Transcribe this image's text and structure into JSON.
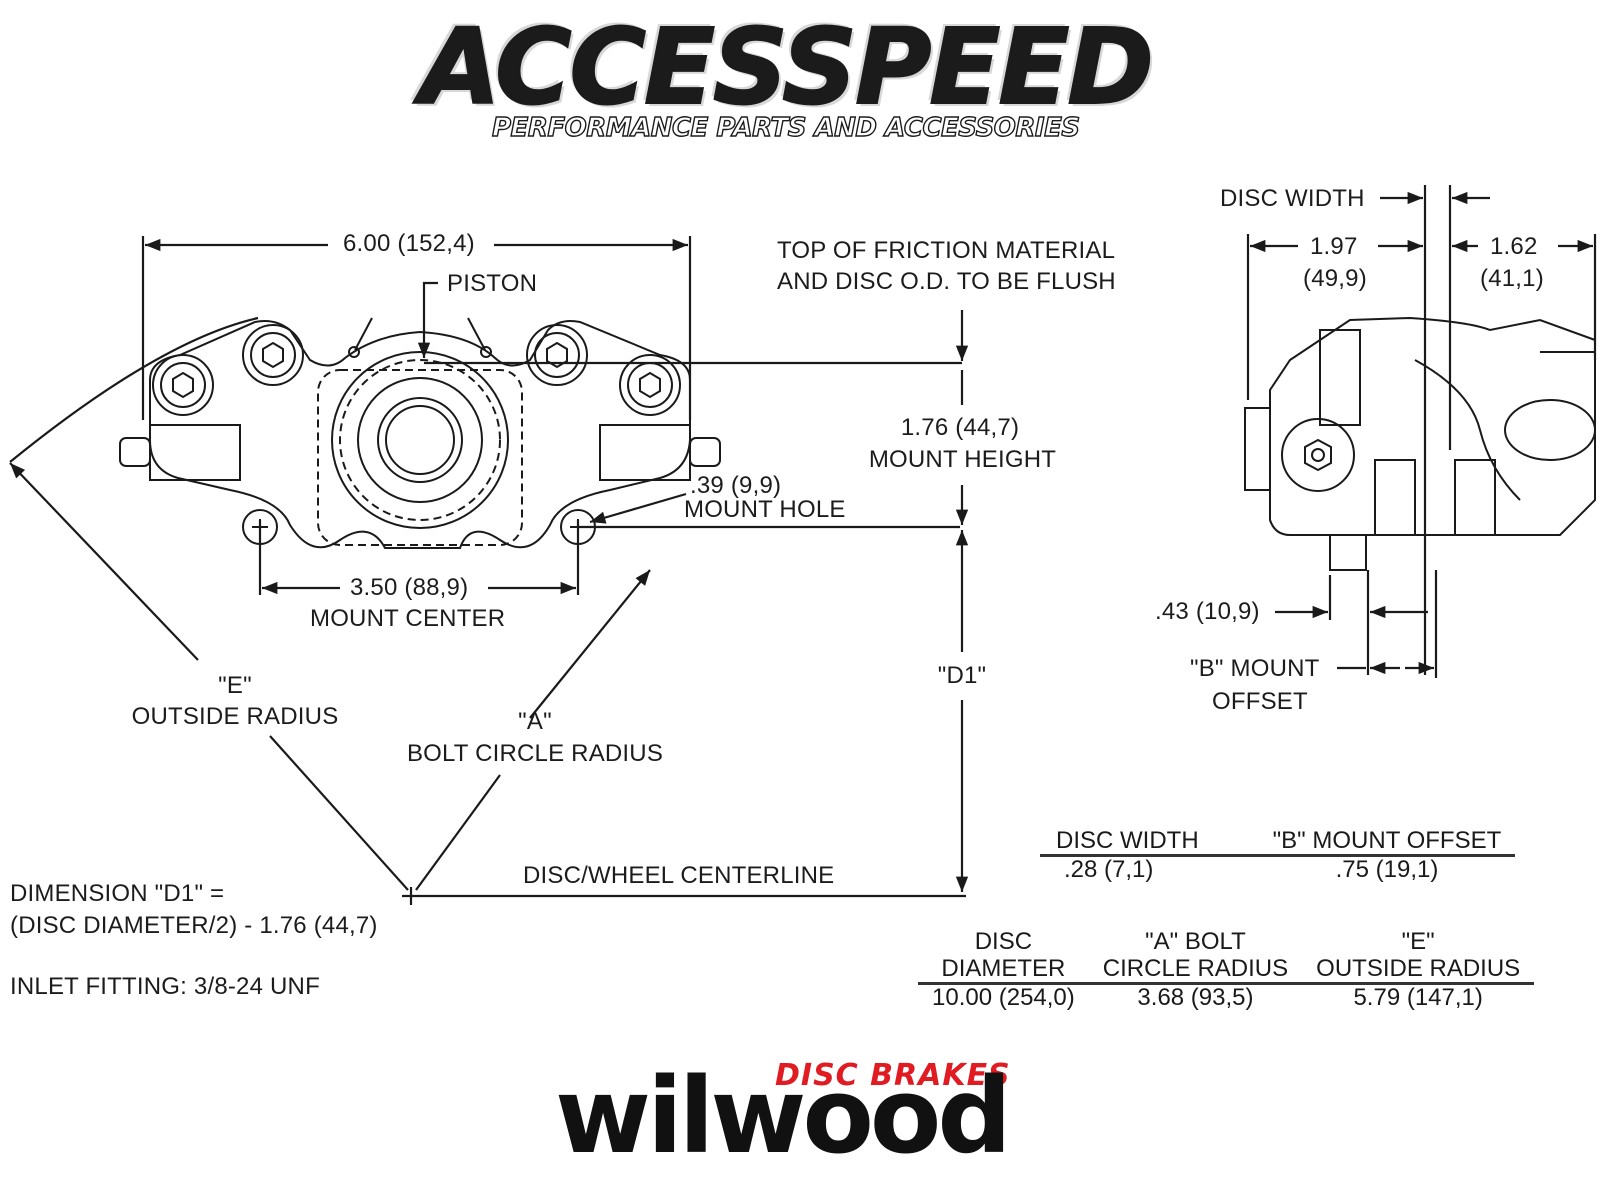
{
  "header": {
    "brand": "ACCESSPEED",
    "tagline": "PERFORMANCE PARTS AND ACCESSORIES"
  },
  "front_view": {
    "overall_width": "6.00 (152,4)",
    "piston_label": "PISTON",
    "mount_center_value": "3.50 (88,9)",
    "mount_center_label": "MOUNT CENTER",
    "mount_hole_value": ".39 (9,9)",
    "mount_hole_label": "MOUNT HOLE",
    "e_label": "\"E\"",
    "e_desc": "OUTSIDE RADIUS",
    "a_label": "\"A\"",
    "a_desc": "BOLT CIRCLE RADIUS",
    "centerline_label": "DISC/WHEEL CENTERLINE"
  },
  "height_annotations": {
    "flush_note_line1": "TOP OF FRICTION MATERIAL",
    "flush_note_line2": "AND DISC O.D. TO BE FLUSH",
    "mount_height_value": "1.76 (44,7)",
    "mount_height_label": "MOUNT HEIGHT",
    "d1_label": "\"D1\""
  },
  "side_view": {
    "disc_width_label": "DISC WIDTH",
    "left_value": "1.97",
    "left_value_mm": "(49,9)",
    "right_value": "1.62",
    "right_value_mm": "(41,1)",
    "bracket_value": ".43 (10,9)",
    "b_offset_line1": "\"B\" MOUNT",
    "b_offset_line2": "OFFSET"
  },
  "notes": {
    "d1_formula_line1": "DIMENSION \"D1\" =",
    "d1_formula_line2": "(DISC DIAMETER/2) - 1.76 (44,7)",
    "inlet_fitting": "INLET FITTING: 3/8-24 UNF"
  },
  "table_width_offset": {
    "headers": [
      "DISC WIDTH",
      "\"B\" MOUNT OFFSET"
    ],
    "rows": [
      [
        ".28  (7,1)",
        ".75    (19,1)"
      ]
    ]
  },
  "table_diameter": {
    "headers": [
      {
        "line1": "DISC",
        "line2": "DIAMETER"
      },
      {
        "line1": "\"A\" BOLT",
        "line2": "CIRCLE RADIUS"
      },
      {
        "line1": "\"E\"",
        "line2": "OUTSIDE RADIUS"
      }
    ],
    "rows": [
      [
        "10.00  (254,0)",
        "3.68  (93,5)",
        "5.79  (147,1)"
      ]
    ]
  },
  "footer": {
    "brand_tag": "DISC BRAKES",
    "brand": "wilwood",
    "tag_color": "#e01b22"
  }
}
